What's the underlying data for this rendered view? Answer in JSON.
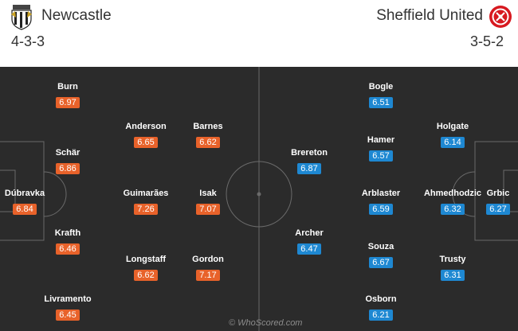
{
  "home": {
    "name": "Newcastle",
    "formation": "4-3-3",
    "crest_icon": "newcastle-crest-icon",
    "players": [
      {
        "name": "Burn",
        "rating": "6.97"
      },
      {
        "name": "Anderson",
        "rating": "6.65"
      },
      {
        "name": "Barnes",
        "rating": "6.62"
      },
      {
        "name": "Schär",
        "rating": "6.86"
      },
      {
        "name": "Dúbravka",
        "rating": "6.84"
      },
      {
        "name": "Guimarães",
        "rating": "7.26"
      },
      {
        "name": "Isak",
        "rating": "7.07"
      },
      {
        "name": "Krafth",
        "rating": "6.46"
      },
      {
        "name": "Longstaff",
        "rating": "6.62"
      },
      {
        "name": "Gordon",
        "rating": "7.17"
      },
      {
        "name": "Livramento",
        "rating": "6.45"
      }
    ]
  },
  "away": {
    "name": "Sheffield United",
    "formation": "3-5-2",
    "crest_icon": "sheffield-united-crest-icon",
    "players": [
      {
        "name": "Bogle",
        "rating": "6.51"
      },
      {
        "name": "Hamer",
        "rating": "6.57"
      },
      {
        "name": "Holgate",
        "rating": "6.14"
      },
      {
        "name": "Brereton",
        "rating": "6.87"
      },
      {
        "name": "Arblaster",
        "rating": "6.59"
      },
      {
        "name": "Ahmedhodzic",
        "rating": "6.32"
      },
      {
        "name": "Grbic",
        "rating": "6.27"
      },
      {
        "name": "Archer",
        "rating": "6.47"
      },
      {
        "name": "Souza",
        "rating": "6.67"
      },
      {
        "name": "Trusty",
        "rating": "6.31"
      },
      {
        "name": "Osborn",
        "rating": "6.21"
      }
    ]
  },
  "colors": {
    "pitch": "#2b2b2b",
    "home_rating": "#e8622a",
    "away_rating": "#1e88d2"
  },
  "watermark": "© WhoScored.com"
}
